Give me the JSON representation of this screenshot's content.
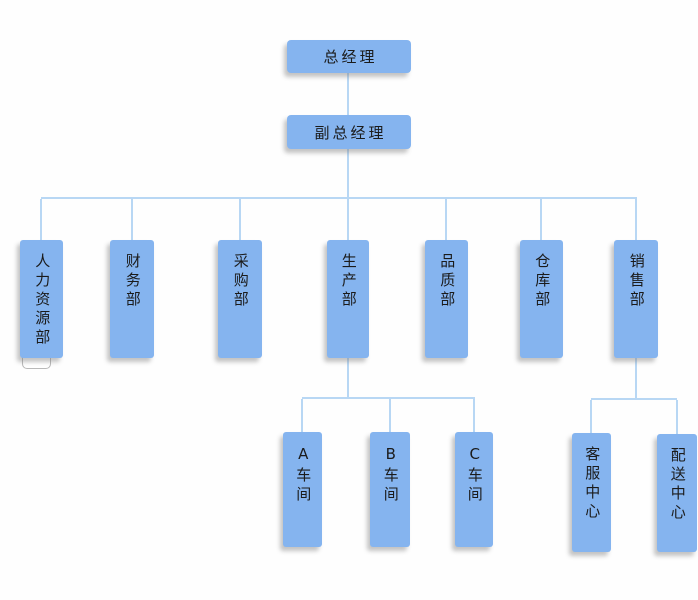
{
  "org_chart": {
    "type": "organization-tree",
    "root_label": "总经理",
    "deputy_label": "副总经理",
    "department_labels": [
      "人力资源部",
      "财务部",
      "采购部",
      "生产部",
      "品质部",
      "仓库部",
      "销售部"
    ],
    "production_unit_labels": [
      "A车间",
      "B车间",
      "C车间"
    ],
    "sales_unit_labels": [
      "客服中心",
      "配送中心"
    ],
    "hierarchy": {
      "总经理": [
        "副总经理"
      ],
      "副总经理": [
        "人力资源部",
        "财务部",
        "采购部",
        "生产部",
        "品质部",
        "仓库部",
        "销售部"
      ],
      "生产部": [
        "A车间",
        "B车间",
        "C车间"
      ],
      "销售部": [
        "客服中心",
        "配送中心"
      ]
    },
    "colors": {
      "node_fill": "#85B4EF",
      "connector": "#B8D7F4",
      "text": "#1B1B1B",
      "background": "#FEFEFE"
    }
  }
}
